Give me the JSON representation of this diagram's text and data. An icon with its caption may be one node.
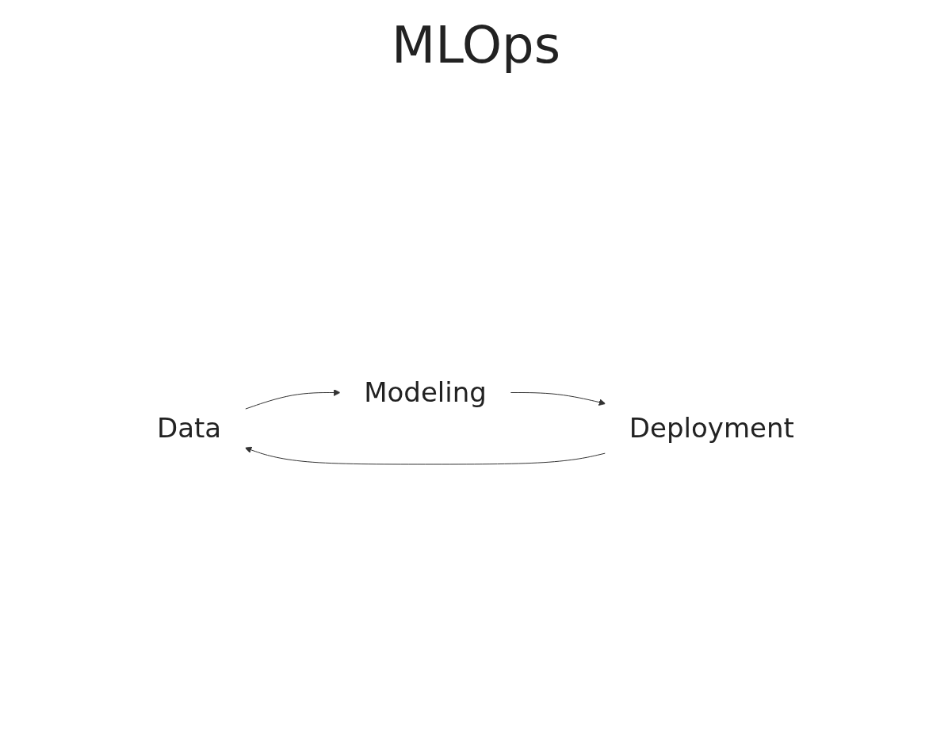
{
  "diagram": {
    "nodes": [
      {
        "text": [
          "Data"
        ]
      },
      {
        "text": [
          "Modeling"
        ]
      },
      {
        "text": [
          "Deployment"
        ]
      }
    ],
    "edges": [
      {
        "from": 0,
        "to": 1,
        "arrow": "to"
      },
      {
        "from": 1,
        "to": 2,
        "arrow": "to"
      },
      {
        "from": 2,
        "to": 0,
        "arrow": "to"
      }
    ],
    "labels": [
      "MLOps"
    ]
  }
}
